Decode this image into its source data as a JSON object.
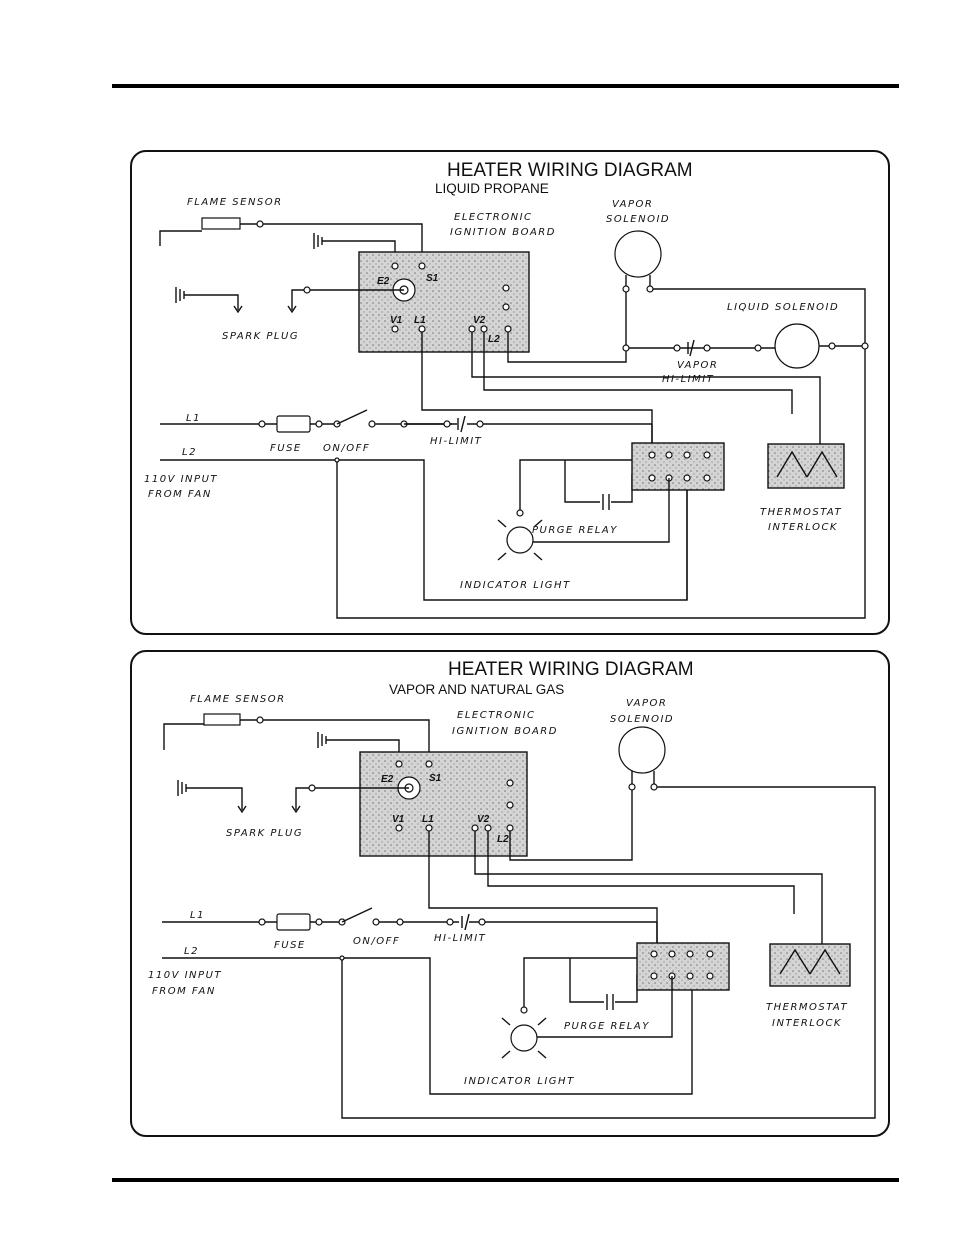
{
  "page": {
    "header_rule": true,
    "footer_rule": true
  },
  "diagrams": [
    {
      "title": "HEATER WIRING DIAGRAM",
      "subtitle": "LIQUID PROPANE",
      "labels": {
        "flame_sensor": "FLAME SENSOR",
        "board": [
          "ELECTRONIC",
          "IGNITION BOARD"
        ],
        "vapor_solenoid": [
          "VAPOR",
          "SOLENOID"
        ],
        "liquid_solenoid": "LIQUID SOLENOID",
        "vapor_hi_limit": [
          "VAPOR",
          "HI-LIMIT"
        ],
        "spark_plug": "SPARK PLUG",
        "l1": "L1",
        "l2": "L2",
        "fuse": "FUSE",
        "on_off": "ON/OFF",
        "hi_limit": "HI-LIMIT",
        "input": [
          "110V INPUT",
          "FROM FAN"
        ],
        "thermostat": [
          "THERMOSTAT",
          "INTERLOCK"
        ],
        "purge_relay": "PURGE RELAY",
        "indicator_light": "INDICATOR LIGHT",
        "pins": {
          "e2": "E2",
          "s1": "S1",
          "v1": "V1",
          "l1": "L1",
          "v2": "V2",
          "l2": "L2"
        }
      }
    },
    {
      "title": "HEATER WIRING DIAGRAM",
      "subtitle": "VAPOR  AND NATURAL GAS",
      "labels": {
        "flame_sensor": "FLAME SENSOR",
        "board": [
          "ELECTRONIC",
          "IGNITION BOARD"
        ],
        "vapor_solenoid": [
          "VAPOR",
          "SOLENOID"
        ],
        "spark_plug": "SPARK PLUG",
        "l1": "L1",
        "l2": "L2",
        "fuse": "FUSE",
        "on_off": "ON/OFF",
        "hi_limit": "HI-LIMIT",
        "input": [
          "110V INPUT",
          "FROM FAN"
        ],
        "thermostat": [
          "THERMOSTAT",
          "INTERLOCK"
        ],
        "purge_relay": "PURGE RELAY",
        "indicator_light": "INDICATOR LIGHT",
        "pins": {
          "e2": "E2",
          "s1": "S1",
          "v1": "V1",
          "l1": "L1",
          "v2": "V2",
          "l2": "L2"
        }
      }
    }
  ]
}
